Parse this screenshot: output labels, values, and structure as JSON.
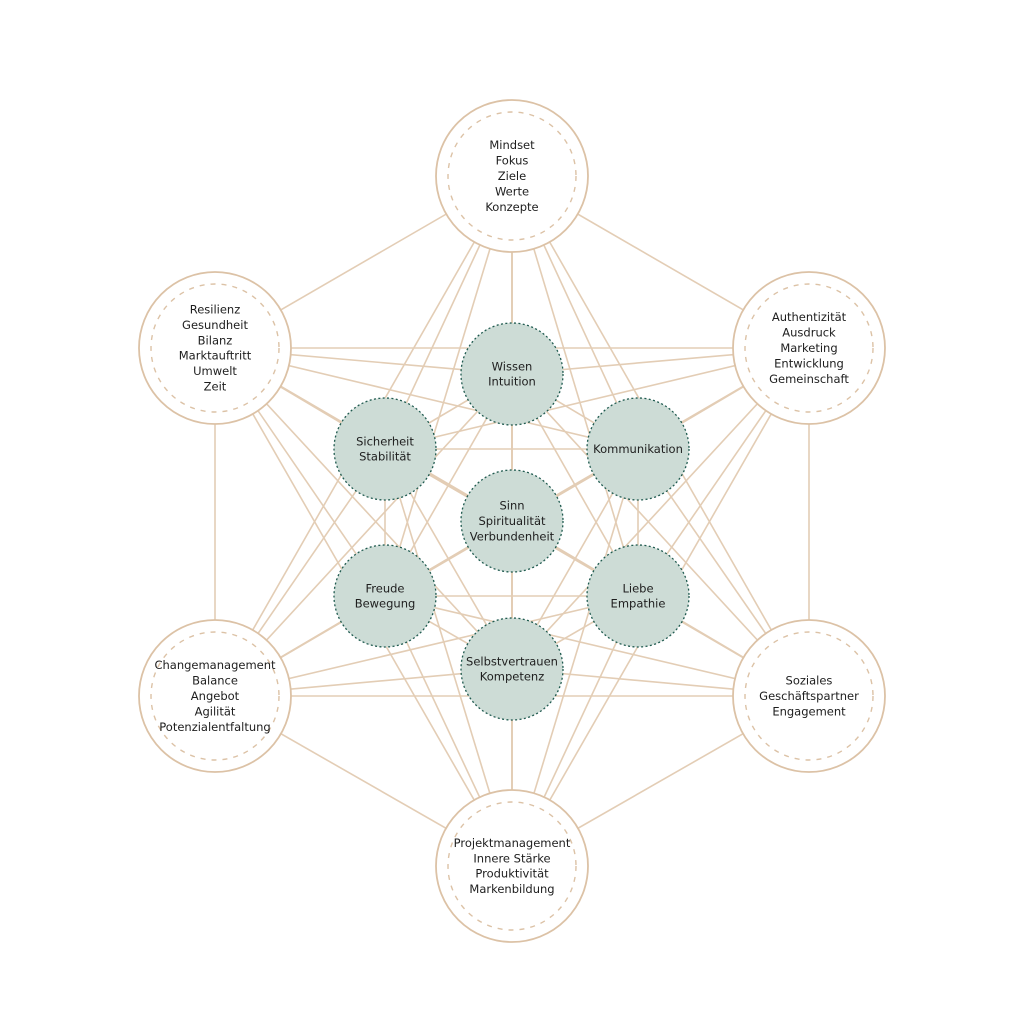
{
  "diagram": {
    "colors": {
      "background": "#ffffff",
      "edge": "#e3cdb5",
      "outer_ring": "#dcc2a6",
      "inner_fill": "#cddcd6",
      "inner_border": "#1f5a4f",
      "text": "#1e1e1e"
    },
    "outer_nodes": [
      {
        "id": "top",
        "lines": [
          "Mindset",
          "Fokus",
          "Ziele",
          "Werte",
          "Konzepte"
        ]
      },
      {
        "id": "upper-right",
        "lines": [
          "Authentizität",
          "Ausdruck",
          "Marketing",
          "Entwicklung",
          "Gemeinschaft"
        ]
      },
      {
        "id": "lower-right",
        "lines": [
          "Soziales",
          "Geschäftspartner",
          "Engagement"
        ]
      },
      {
        "id": "bottom",
        "lines": [
          "Projektmanagement",
          "Innere Stärke",
          "Produktivität",
          "Markenbildung"
        ]
      },
      {
        "id": "lower-left",
        "lines": [
          "Changemanagement",
          "Balance",
          "Angebot",
          "Agilität",
          "Potenzialentfaltung"
        ]
      },
      {
        "id": "upper-left",
        "lines": [
          "Resilienz",
          "Gesundheit",
          "Bilanz",
          "Marktauftritt",
          "Umwelt",
          "Zeit"
        ]
      }
    ],
    "inner_nodes": [
      {
        "id": "top",
        "lines": [
          "Wissen",
          "Intuition"
        ]
      },
      {
        "id": "upper-right",
        "lines": [
          "Kommunikation"
        ]
      },
      {
        "id": "lower-right",
        "lines": [
          "Liebe",
          "Empathie"
        ]
      },
      {
        "id": "bottom",
        "lines": [
          "Selbstvertrauen",
          "Kompetenz"
        ]
      },
      {
        "id": "lower-left",
        "lines": [
          "Freude",
          "Bewegung"
        ]
      },
      {
        "id": "upper-left",
        "lines": [
          "Sicherheit",
          "Stabilität"
        ]
      },
      {
        "id": "center",
        "lines": [
          "Sinn",
          "Spiritualität",
          "Verbundenheit"
        ]
      }
    ]
  }
}
